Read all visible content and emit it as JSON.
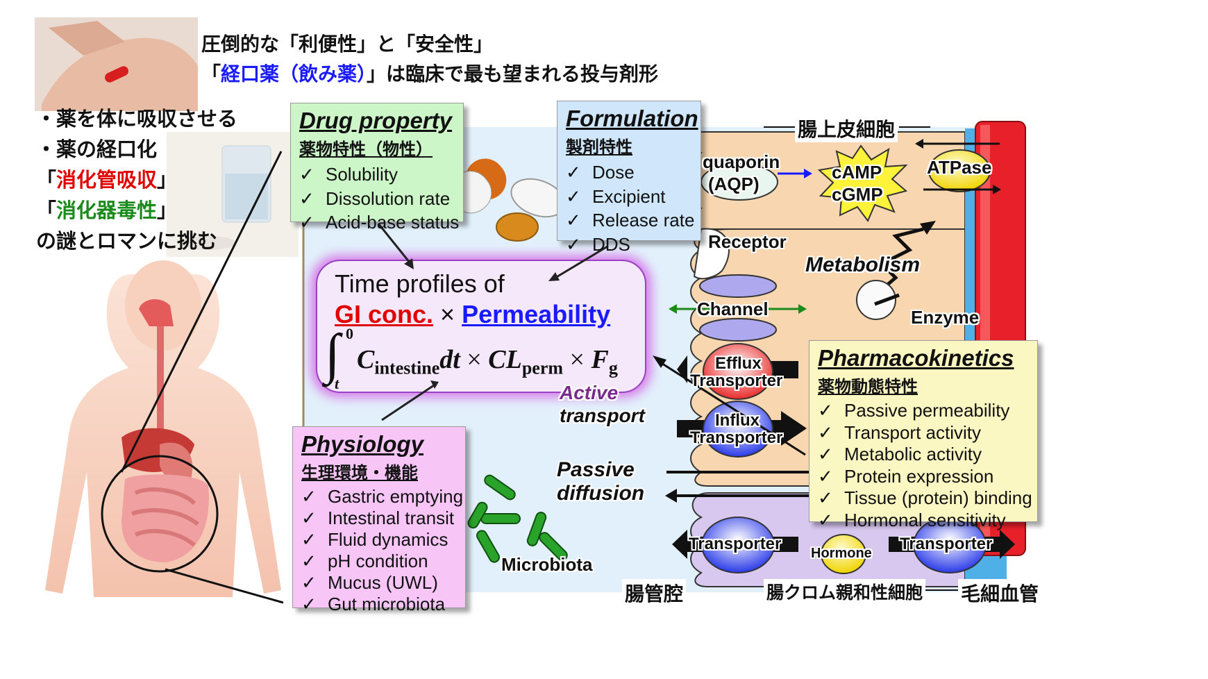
{
  "header": {
    "line1": "圧倒的な「利便性」と「安全性」",
    "line2_open": "「",
    "line2_blue": "経口薬（飲み薬）",
    "line2_rest": "」は臨床で最も望まれる投与剤形"
  },
  "bullets": {
    "b1": "・薬を体に吸収させる",
    "b2": "・薬の経口化",
    "b3_open": "「",
    "b3_red": "消化管吸収",
    "b3_close": "」",
    "b4_open": "「",
    "b4_green": "消化器毒性",
    "b4_close": "」",
    "b5": "の謎とロマンに挑む"
  },
  "drug_property": {
    "title": "Drug property",
    "subtitle": "薬物特性（物性）",
    "items": [
      "Solubility",
      "Dissolution rate",
      "Acid-base status"
    ]
  },
  "formulation": {
    "title": "Formulation",
    "subtitle": "製剤特性",
    "items": [
      "Dose",
      "Excipient",
      "Release rate",
      "DDS"
    ]
  },
  "physiology": {
    "title": "Physiology",
    "subtitle": "生理環境・機能",
    "items": [
      "Gastric emptying",
      "Intestinal transit",
      "Fluid dynamics",
      "pH condition",
      "Mucus (UWL)",
      "Gut microbiota"
    ]
  },
  "pharmacokinetics": {
    "title": "Pharmacokinetics",
    "subtitle": "薬物動態特性",
    "items": [
      "Passive permeability",
      "Transport activity",
      "Metabolic activity",
      "Protein expression",
      "Tissue (protein) binding",
      "Hormonal sensitivity"
    ]
  },
  "check_mark": "✓",
  "center": {
    "line1": "Time profiles of",
    "gi": "GI conc.",
    "times": "×",
    "perm": "Permeability",
    "int_upper": "0",
    "int_lower": "t",
    "c_intestine": "C",
    "c_sub": "intestine",
    "dt": "dt",
    "cl": "CL",
    "cl_sub": "perm",
    "f": "F",
    "f_sub": "g"
  },
  "labels": {
    "epithelial": "腸上皮細胞",
    "aquaporin": "quaporin",
    "aqp": "(AQP)",
    "camp": "cAMP",
    "cgmp": "cGMP",
    "atpase": "ATPase",
    "receptor": "Receptor",
    "metabolism": "Metabolism",
    "channel": "Channel",
    "enzyme": "Enzyme",
    "efflux1": "Efflux",
    "efflux2": "Transporter",
    "influx1": "Influx",
    "influx2": "Transporter",
    "active1": "Active",
    "active2": "transport",
    "passive1": "Passive",
    "passive2": "diffusion",
    "transporter_left": "Transporter",
    "transporter_right": "Transporter",
    "hormone": "Hormone",
    "microbiota": "Microbiota",
    "lumen": "腸管腔",
    "enterochromaffin": "腸クロム親和性細胞",
    "capillary": "毛細血管"
  },
  "colors": {
    "blue_text": "#1a1aff",
    "red_text": "#e00000",
    "green_text": "#1a8a1a",
    "drug_box": "#ccf5c8",
    "formulation_box": "#cfe6fb",
    "physiology_box": "#f7c6f7",
    "pk_box": "#fbf7c2",
    "cell": "#f7d6b0",
    "blood": "#e8202a",
    "lumen_bg": "#e2f0fb"
  }
}
